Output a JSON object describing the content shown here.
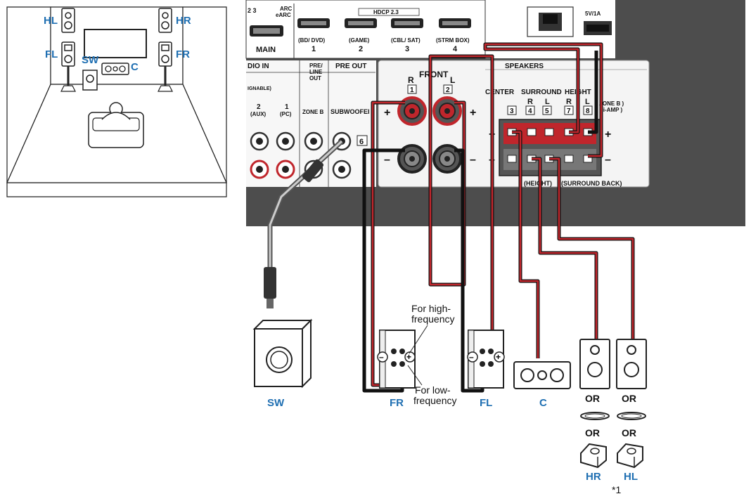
{
  "room": {
    "speakers": [
      "HL",
      "HR",
      "FL",
      "FR",
      "SW",
      "C"
    ]
  },
  "panel": {
    "hdmi_partial": "2 3",
    "arc_label": "ARC",
    "earc_label": "eARC",
    "main_label": "MAIN",
    "hdcp_label": "HDCP 2.3",
    "hdmi_inputs": [
      {
        "name": "(BD/ DVD)",
        "num": "1"
      },
      {
        "name": "(GAME)",
        "num": "2"
      },
      {
        "name": "(CBL/ SAT)",
        "num": "3"
      },
      {
        "name": "(STRM BOX)",
        "num": "4"
      }
    ],
    "usb_label": "5V/1A",
    "audio_in_label": "DIO IN",
    "assignable_label": "IGNABLE)",
    "audio_inputs": [
      {
        "num": "2",
        "name": "(AUX)"
      },
      {
        "num": "1",
        "name": "(PC)"
      }
    ],
    "pre_line_out_label": [
      "PRE/",
      "LINE",
      "OUT"
    ],
    "zone_b_label": "ZONE B",
    "pre_out_label": "PRE OUT",
    "subwoofer_label": "SUBWOOFEI",
    "subwoofer_num": "6",
    "speakers_label": "SPEAKERS",
    "front_label": "FRONT",
    "front_r": "R",
    "front_l": "L",
    "front_r_num": "1",
    "front_l_num": "2",
    "center_label": "CENTER",
    "surround_label": "SURROUND",
    "height_label": "HEIGHT",
    "center_num": "3",
    "surround_r": "R",
    "surround_l": "L",
    "surround_r_num": "4",
    "surround_l_num": "5",
    "height_r": "R",
    "height_l": "L",
    "height_r_num": "7",
    "height_l_num": "8",
    "zone_b_biamp": [
      "ZONE B )",
      "Bi-AMP )"
    ],
    "height_bottom": "(HEIGHT)",
    "surround_back_bottom": "(SURROUND BACK)",
    "plus": "+",
    "minus": "–"
  },
  "labels": {
    "sw": "SW",
    "fr": "FR",
    "fl": "FL",
    "c": "C",
    "hr": "HR",
    "hl": "HL",
    "or": "OR",
    "note": "*1",
    "high_freq": [
      "For high-",
      "frequency"
    ],
    "low_freq": [
      "For low-",
      "frequency"
    ]
  },
  "colors": {
    "red_wire": "#c0262c",
    "black_wire": "#111111",
    "panel_dark": "#555555",
    "label_blue": "#1f6fb2"
  }
}
